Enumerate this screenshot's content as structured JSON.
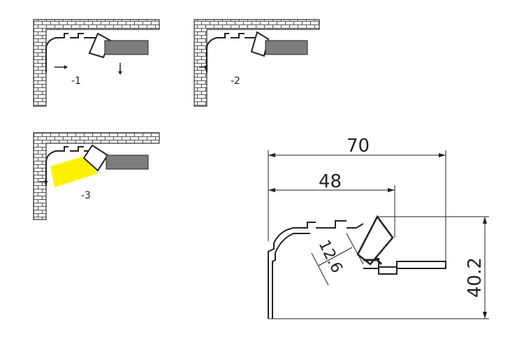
{
  "steps": [
    {
      "label": "-1"
    },
    {
      "label": "-2"
    },
    {
      "label": "-3"
    }
  ],
  "dimensions": {
    "width_total": "70",
    "width_inner": "48",
    "height": "40.2",
    "strip_width": "12.6"
  },
  "colors": {
    "light_beam": "#fff200",
    "ceiling_board": "#7d7d7d",
    "line": "#222222"
  }
}
